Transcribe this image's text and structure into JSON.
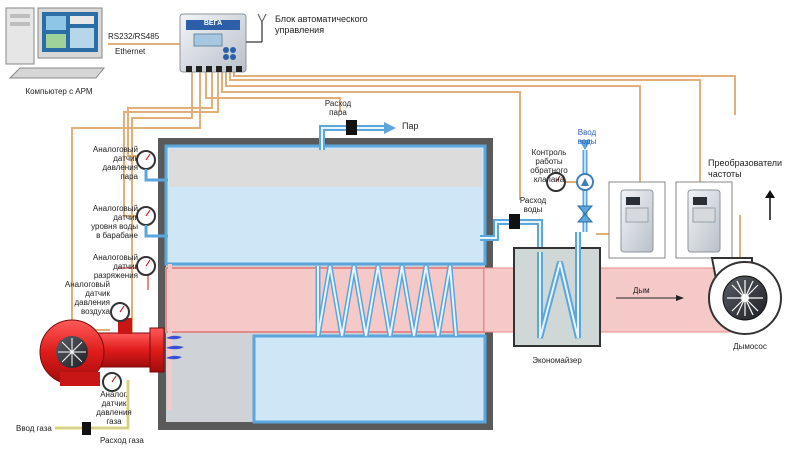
{
  "colors": {
    "pipe_line": "#e0b078",
    "water": "#cfe6f6",
    "water_pipe": "#5aa6dd",
    "flue_gas": "#f6c9c9",
    "furnace_frame": "#444444",
    "burner": "#e01b1b",
    "gas_line": "#f2edb0"
  },
  "labels": {
    "computer": "Компьютер с АРМ",
    "link_serial": "RS232/RS485",
    "link_ethernet": "Ethernet",
    "control_unit": "Блок автоматического\nуправления",
    "steam_flow": "Расход\nпара",
    "steam": "Пар",
    "drum_pressure": "Аналоговый\nдатчик\nдавления\nпара",
    "drum_level": "Аналоговый\nдатчик\nуровня воды\nв барабане",
    "vacuum": "Аналоговый\nдатчик\nразряжения",
    "air_pressure": "Аналоговый\nдатчик\nдавления\nвоздуха",
    "gas_pressure": "Аналог.\nдатчик\nдавления\nгаза",
    "gas_inlet": "Ввод газа",
    "gas_flow": "Расход газа",
    "check_valve": "Контроль\nработы\nобратного\nклапана",
    "water_inlet": "Ввод\nводы",
    "water_flow": "Расход\nводы",
    "freq_converters": "Преобразователи\nчастоты",
    "smoke": "Дым",
    "economizer": "Экономайзер",
    "smoke_exhauster": "Дымосос"
  },
  "device": {
    "brand": "ВЕГА"
  }
}
